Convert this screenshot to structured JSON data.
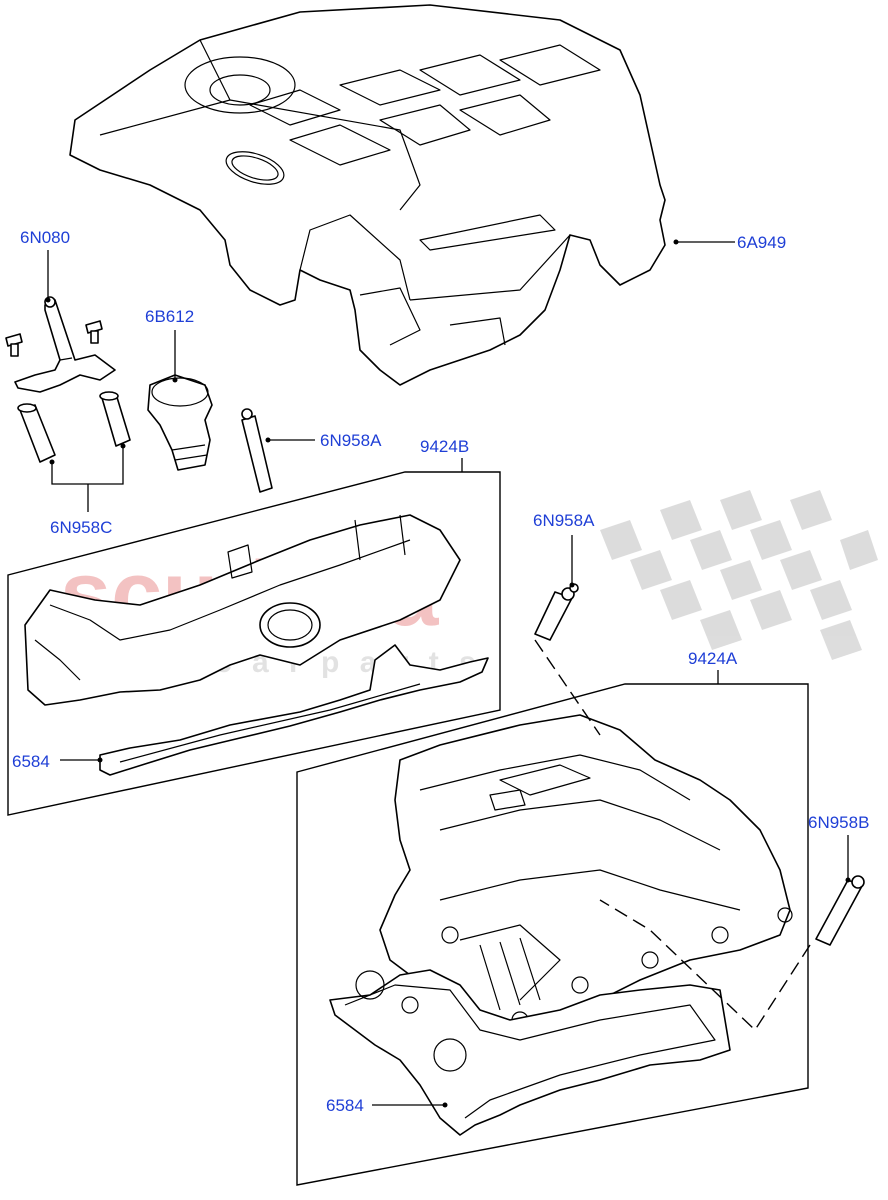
{
  "watermark": {
    "brand": "scuderia",
    "sub": "c a r   p a r t s",
    "brand_color": "#f2b8b8",
    "checker_color": "#d9d9d9"
  },
  "accent_color": "#1f3fd6",
  "labels": {
    "cover": "6A949",
    "bracket": "6N080",
    "cap": "6B612",
    "sensor_a_left": "6N958A",
    "tubes": "6N958C",
    "assembly_b": "9424B",
    "sensor_a_right": "6N958A",
    "assembly_a": "9424A",
    "gasket_b": "6584",
    "sensor_b": "6N958B",
    "gasket_a": "6584"
  },
  "icons": {
    "logo": "oval-badge-logo"
  }
}
